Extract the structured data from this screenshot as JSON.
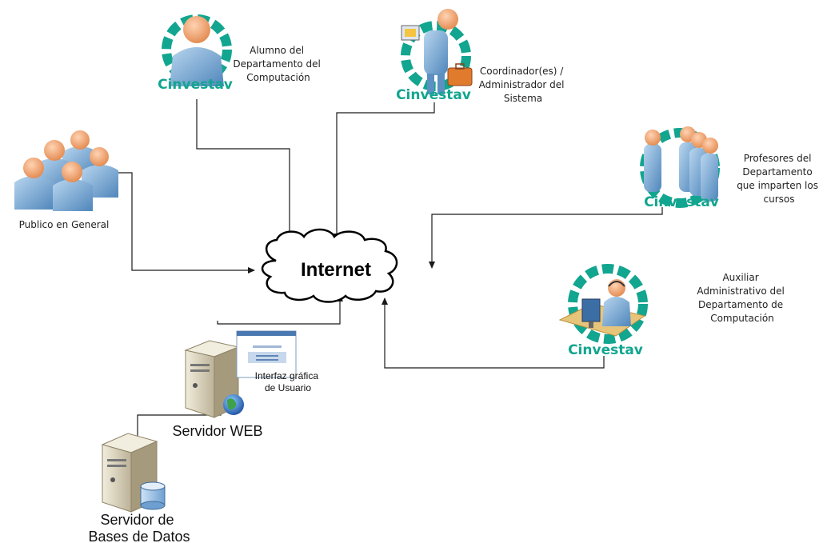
{
  "nodes": {
    "internet": {
      "label": "Internet"
    },
    "publico": {
      "label": "Publico en General"
    },
    "alumno": {
      "label": "Alumno del\nDepartamento del\nComputación",
      "brand": "Cinvestav"
    },
    "coordinador": {
      "label": "Coordinador(es) /\nAdministrador del\nSistema",
      "brand": "Cinvestav"
    },
    "profesores": {
      "label": "Profesores del\nDepartamento\nque imparten los\ncursos",
      "brand": "Cinvestav"
    },
    "auxiliar": {
      "label": "Auxiliar\nAdministrativo del\nDepartamento de\nComputación",
      "brand": "Cinvestav"
    },
    "servidor_web": {
      "label": "Servidor WEB"
    },
    "interfaz": {
      "label": "Interfaz gráfica\nde Usuario"
    },
    "servidor_bd": {
      "label": "Servidor de\nBases de Datos"
    }
  },
  "colors": {
    "person_body": "#6fa3cf",
    "person_head": "#f0a878",
    "brand_green": "#12a58f",
    "server_body": "#ded6bf",
    "connector": "#1a1a1a"
  },
  "icons": [
    "cloud-icon",
    "people-group-icon",
    "person-icon",
    "server-icon",
    "database-icon",
    "globe-icon",
    "monitor-icon",
    "briefcase-icon",
    "headset-icon"
  ]
}
